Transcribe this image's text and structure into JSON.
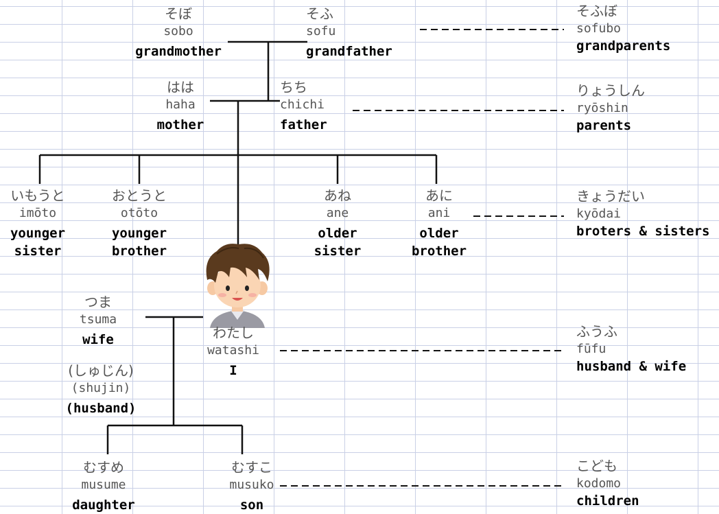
{
  "people": {
    "sobo": {
      "kana": "そぼ",
      "romaji": "sobo",
      "english": "grandmother"
    },
    "sofu": {
      "kana": "そふ",
      "romaji": "sofu",
      "english": "grandfather"
    },
    "haha": {
      "kana": "はは",
      "romaji": "haha",
      "english": "mother"
    },
    "chichi": {
      "kana": "ちち",
      "romaji": "chichi",
      "english": "father"
    },
    "imoto": {
      "kana": "いもうと",
      "romaji": "imōto",
      "english": "younger sister"
    },
    "ototo": {
      "kana": "おとうと",
      "romaji": "otōto",
      "english": "younger brother"
    },
    "ane": {
      "kana": "あね",
      "romaji": "ane",
      "english": "older sister"
    },
    "ani": {
      "kana": "あに",
      "romaji": "ani",
      "english": "older brother"
    },
    "tsuma": {
      "kana": "つま",
      "romaji": "tsuma",
      "english": "wife"
    },
    "shujin": {
      "kana": "(しゅじん)",
      "romaji": "(shujin)",
      "english": "(husband)"
    },
    "watashi": {
      "kana": "わたし",
      "romaji": "watashi",
      "english": "I"
    },
    "musume": {
      "kana": "むすめ",
      "romaji": "musume",
      "english": "daughter"
    },
    "musuko": {
      "kana": "むすこ",
      "romaji": "musuko",
      "english": "son"
    }
  },
  "groups": {
    "sofubo": {
      "kana": "そふぼ",
      "romaji": "sofubo",
      "english": "grandparents"
    },
    "ryoshin": {
      "kana": "りょうしん",
      "romaji": "ryōshin",
      "english": "parents"
    },
    "kyodai": {
      "kana": "きょうだい",
      "romaji": "kyōdai",
      "english": "broters & sisters"
    },
    "fufu": {
      "kana": "ふうふ",
      "romaji": "fūfu",
      "english": "husband & wife"
    },
    "kodomo": {
      "kana": "こども",
      "romaji": "kodomo",
      "english": "children"
    }
  },
  "colors": {
    "grid": "#c9d0e6",
    "line": "#111111",
    "kana": "#555555",
    "english": "#000000"
  },
  "avatar": {
    "icon": "boy-avatar-icon"
  }
}
